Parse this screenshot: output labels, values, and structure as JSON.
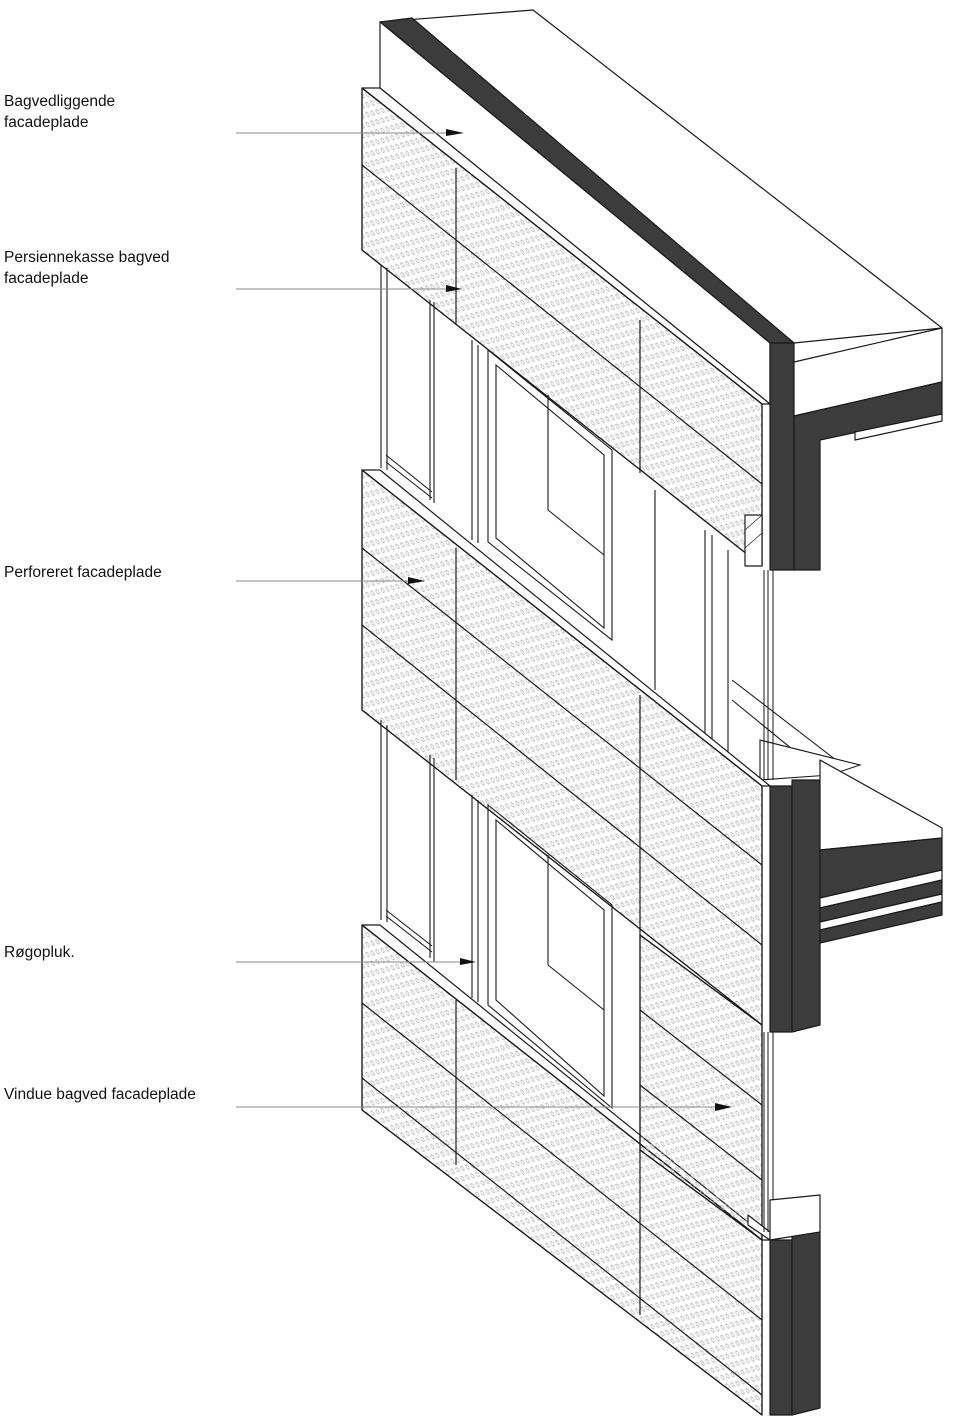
{
  "labels": [
    {
      "id": "bagvedliggende",
      "lines": [
        "Bagvedliggende",
        "facadeplade"
      ]
    },
    {
      "id": "persiennekasse",
      "lines": [
        "Persiennekasse bagved",
        "facadeplade"
      ]
    },
    {
      "id": "perforeret",
      "lines": [
        "Perforeret facadeplade"
      ]
    },
    {
      "id": "rogopluk",
      "lines": [
        "Røgopluk."
      ]
    },
    {
      "id": "vindue",
      "lines": [
        "Vindue bagved facadeplade"
      ]
    }
  ],
  "colors": {
    "line": "#1a1a1a",
    "leader": "#8a8a8a",
    "dark_fill": "#3c3c3c",
    "perforation_dot": "#b5b5b5",
    "background": "#ffffff"
  },
  "icons": [
    "arrowhead-icon",
    "perforation-pattern"
  ]
}
